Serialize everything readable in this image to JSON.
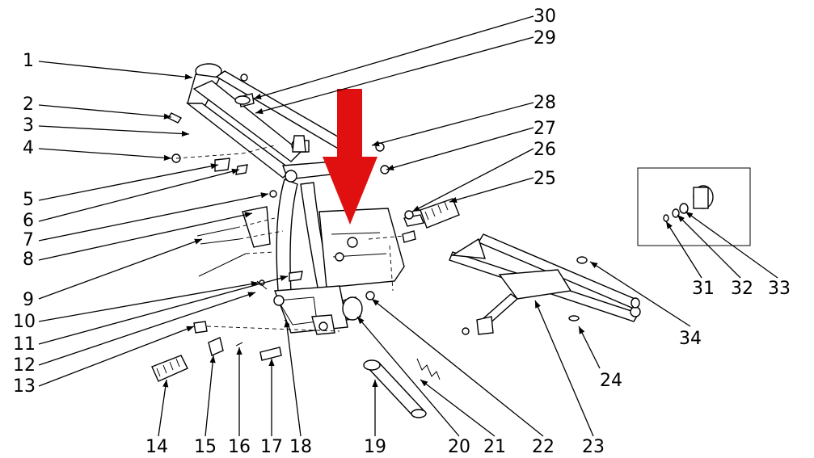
{
  "diagram": {
    "callouts": [
      "1",
      "2",
      "3",
      "4",
      "5",
      "6",
      "7",
      "8",
      "9",
      "10",
      "11",
      "12",
      "13",
      "14",
      "15",
      "16",
      "17",
      "18",
      "19",
      "20",
      "21",
      "22",
      "23",
      "24",
      "25",
      "26",
      "27",
      "28",
      "29",
      "30",
      "31",
      "32",
      "33",
      "34"
    ],
    "highlight_color": "#e01010"
  }
}
